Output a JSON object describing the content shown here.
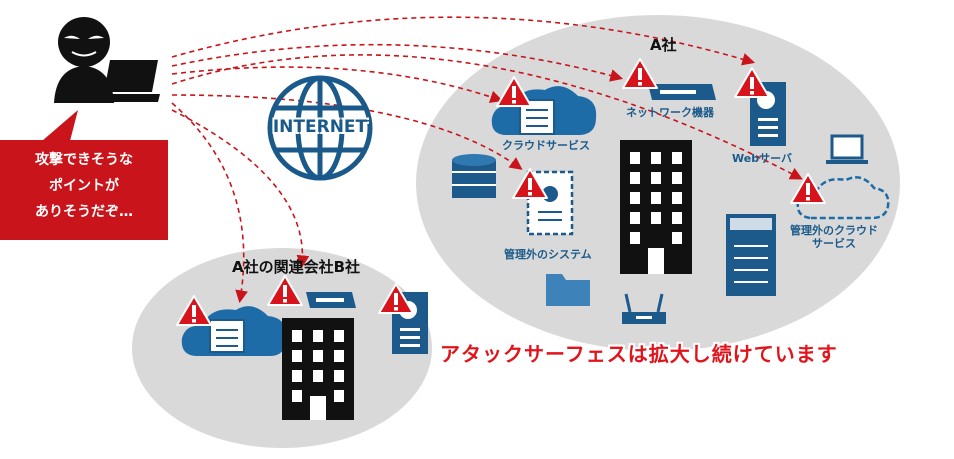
{
  "company_a": {
    "title": "A社",
    "labels": {
      "cloud": "クラウドサービス",
      "network": "ネットワーク機器",
      "web": "Webサーバ",
      "unmanaged_cloud": "管理外のクラウド\nサービス",
      "unmanaged_system": "管理外のシステム"
    }
  },
  "company_b": {
    "title": "A社の関連会社B社"
  },
  "internet": {
    "label": "INTERNET"
  },
  "speech_bubble": {
    "lines": [
      "攻撃できそうな",
      "ポイントが",
      "ありそうだぞ…"
    ]
  },
  "headline": "アタックサーフェスは拡大し続けています",
  "colors": {
    "attack_line": "#c8141a",
    "warning": "#d7141b",
    "icon_blue": "#1d5a8c",
    "ellipse": "#d9d9d9",
    "building": "#111111"
  },
  "icons": [
    "hacker-icon",
    "laptop-icon",
    "globe-icon",
    "cloud-icon",
    "network-device-icon",
    "web-server-icon",
    "database-icon",
    "folder-icon",
    "building-icon",
    "printer-icon",
    "router-icon",
    "warning-icon"
  ]
}
